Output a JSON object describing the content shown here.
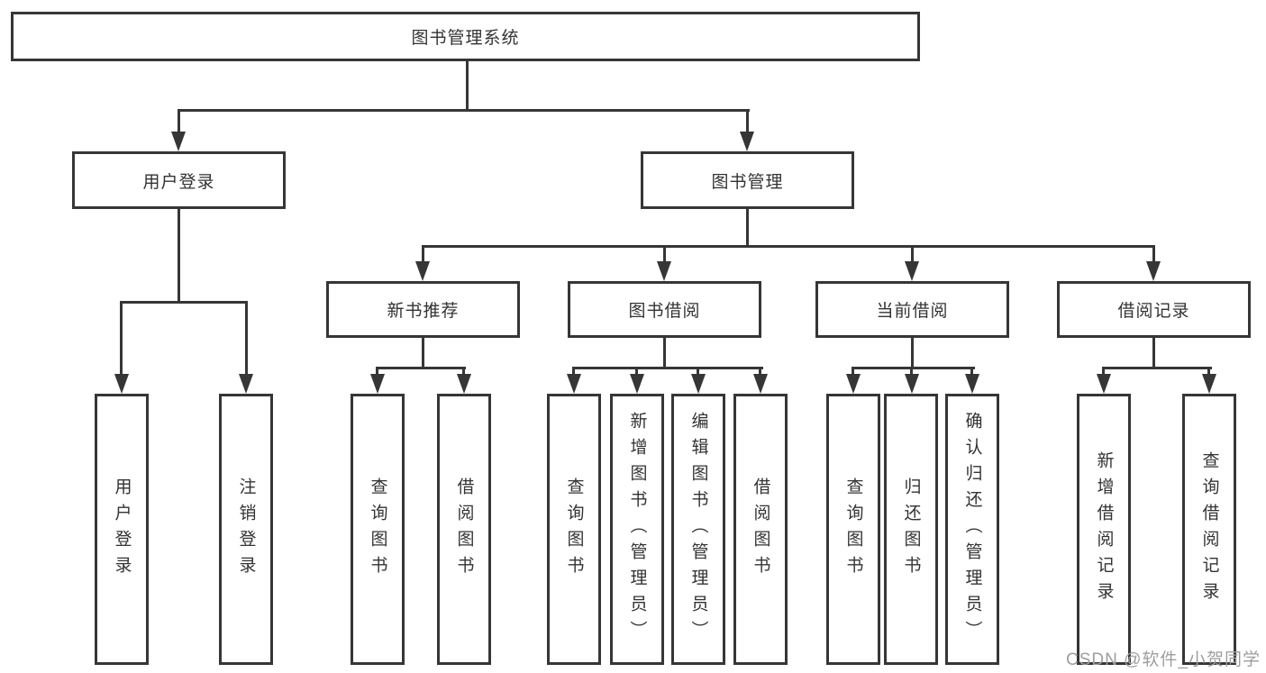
{
  "diagram": {
    "root": "图书管理系统",
    "level2": [
      "用户登录",
      "图书管理"
    ],
    "level3": [
      "新书推荐",
      "图书借阅",
      "当前借阅",
      "借阅记录"
    ],
    "leaves_user_login": [
      "用户登录",
      "注销登录"
    ],
    "leaves_new_book": [
      "查询图书",
      "借阅图书"
    ],
    "leaves_book_borrow": [
      "查询图书",
      "新增图书（管理员）",
      "编辑图书（管理员）",
      "借阅图书"
    ],
    "leaves_current_borrow": [
      "查询图书",
      "归还图书",
      "确认归还（管理员）"
    ],
    "leaves_borrow_record": [
      "新增借阅记录",
      "查询借阅记录"
    ],
    "colors": {
      "line": "#363636",
      "text": "#333333",
      "watermark": "#9e9e9e"
    },
    "watermark": "CSDN @软件_小贺同学"
  }
}
